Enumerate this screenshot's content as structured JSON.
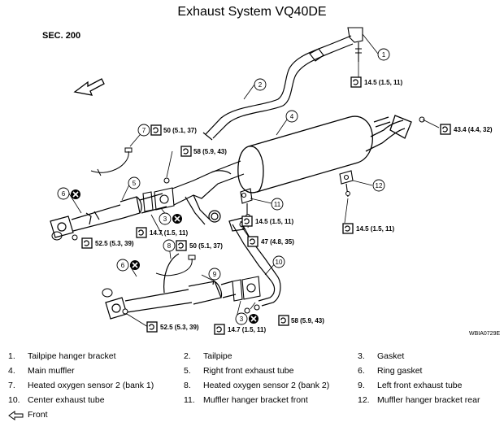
{
  "title": "Exhaust System VQ40DE",
  "section": "SEC. 200",
  "figure_code": "WBIA0729E",
  "callouts": [
    "1",
    "2",
    "3",
    "4",
    "5",
    "6",
    "7",
    "8",
    "9",
    "10",
    "11",
    "12"
  ],
  "torques": {
    "t1": "14.5 (1.5, 11)",
    "t2": "43.4 (4.4, 32)",
    "t3": "50 (5.1, 37)",
    "t4": "58 (5.9, 43)",
    "t5": "14.5 (1.5, 11)",
    "t6": "14.5 (1.5, 11)",
    "t7": "14.7 (1.5, 11)",
    "t8": "47 (4.8, 35)",
    "t9": "52.5 (5.3, 39)",
    "t10": "50 (5.1, 37)",
    "t11": "52.5 (5.3, 39)",
    "t12": "14.7 (1.5, 11)",
    "t13": "58 (5.9, 43)"
  },
  "legend": [
    {
      "num": "1.",
      "label": "Tailpipe hanger bracket"
    },
    {
      "num": "2.",
      "label": "Tailpipe"
    },
    {
      "num": "3.",
      "label": "Gasket"
    },
    {
      "num": "4.",
      "label": "Main muffler"
    },
    {
      "num": "5.",
      "label": "Right front exhaust tube"
    },
    {
      "num": "6.",
      "label": "Ring gasket"
    },
    {
      "num": "7.",
      "label": "Heated oxygen sensor 2 (bank 1)"
    },
    {
      "num": "8.",
      "label": "Heated oxygen sensor 2 (bank 2)"
    },
    {
      "num": "9.",
      "label": "Left front exhaust tube"
    },
    {
      "num": "10.",
      "label": "Center exhaust tube"
    },
    {
      "num": "11.",
      "label": "Muffler hanger bracket front"
    },
    {
      "num": "12.",
      "label": "Muffler hanger bracket rear"
    }
  ],
  "front_label": "Front"
}
